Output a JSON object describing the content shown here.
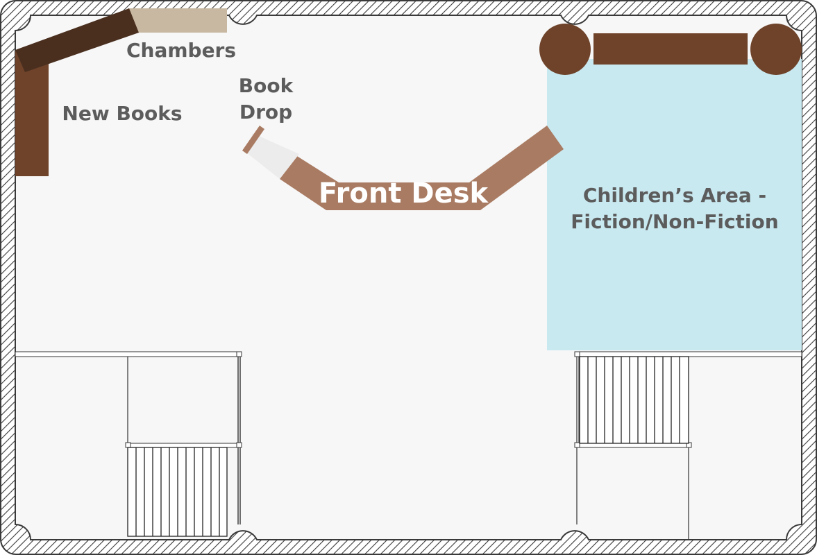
{
  "labels": {
    "chambers": "Chambers",
    "new_books": "New Books",
    "book_drop_line1": "Book",
    "book_drop_line2": "Drop",
    "front_desk": "Front Desk",
    "childrens_area_line1": "Children’s Area -",
    "childrens_area_line2": "Fiction/Non-Fiction"
  },
  "colors": {
    "floor": "#f7f7f7",
    "wall_hatch": "#3a3a3a",
    "dark_wood": "#4a2f1f",
    "medium_wood": "#6e432a",
    "light_wood": "#a97b62",
    "tan": "#c8b8a2",
    "book_drop_slot": "#ececec",
    "childrens_area": "#c9e9f1",
    "label_gray": "#5c5c5c"
  }
}
